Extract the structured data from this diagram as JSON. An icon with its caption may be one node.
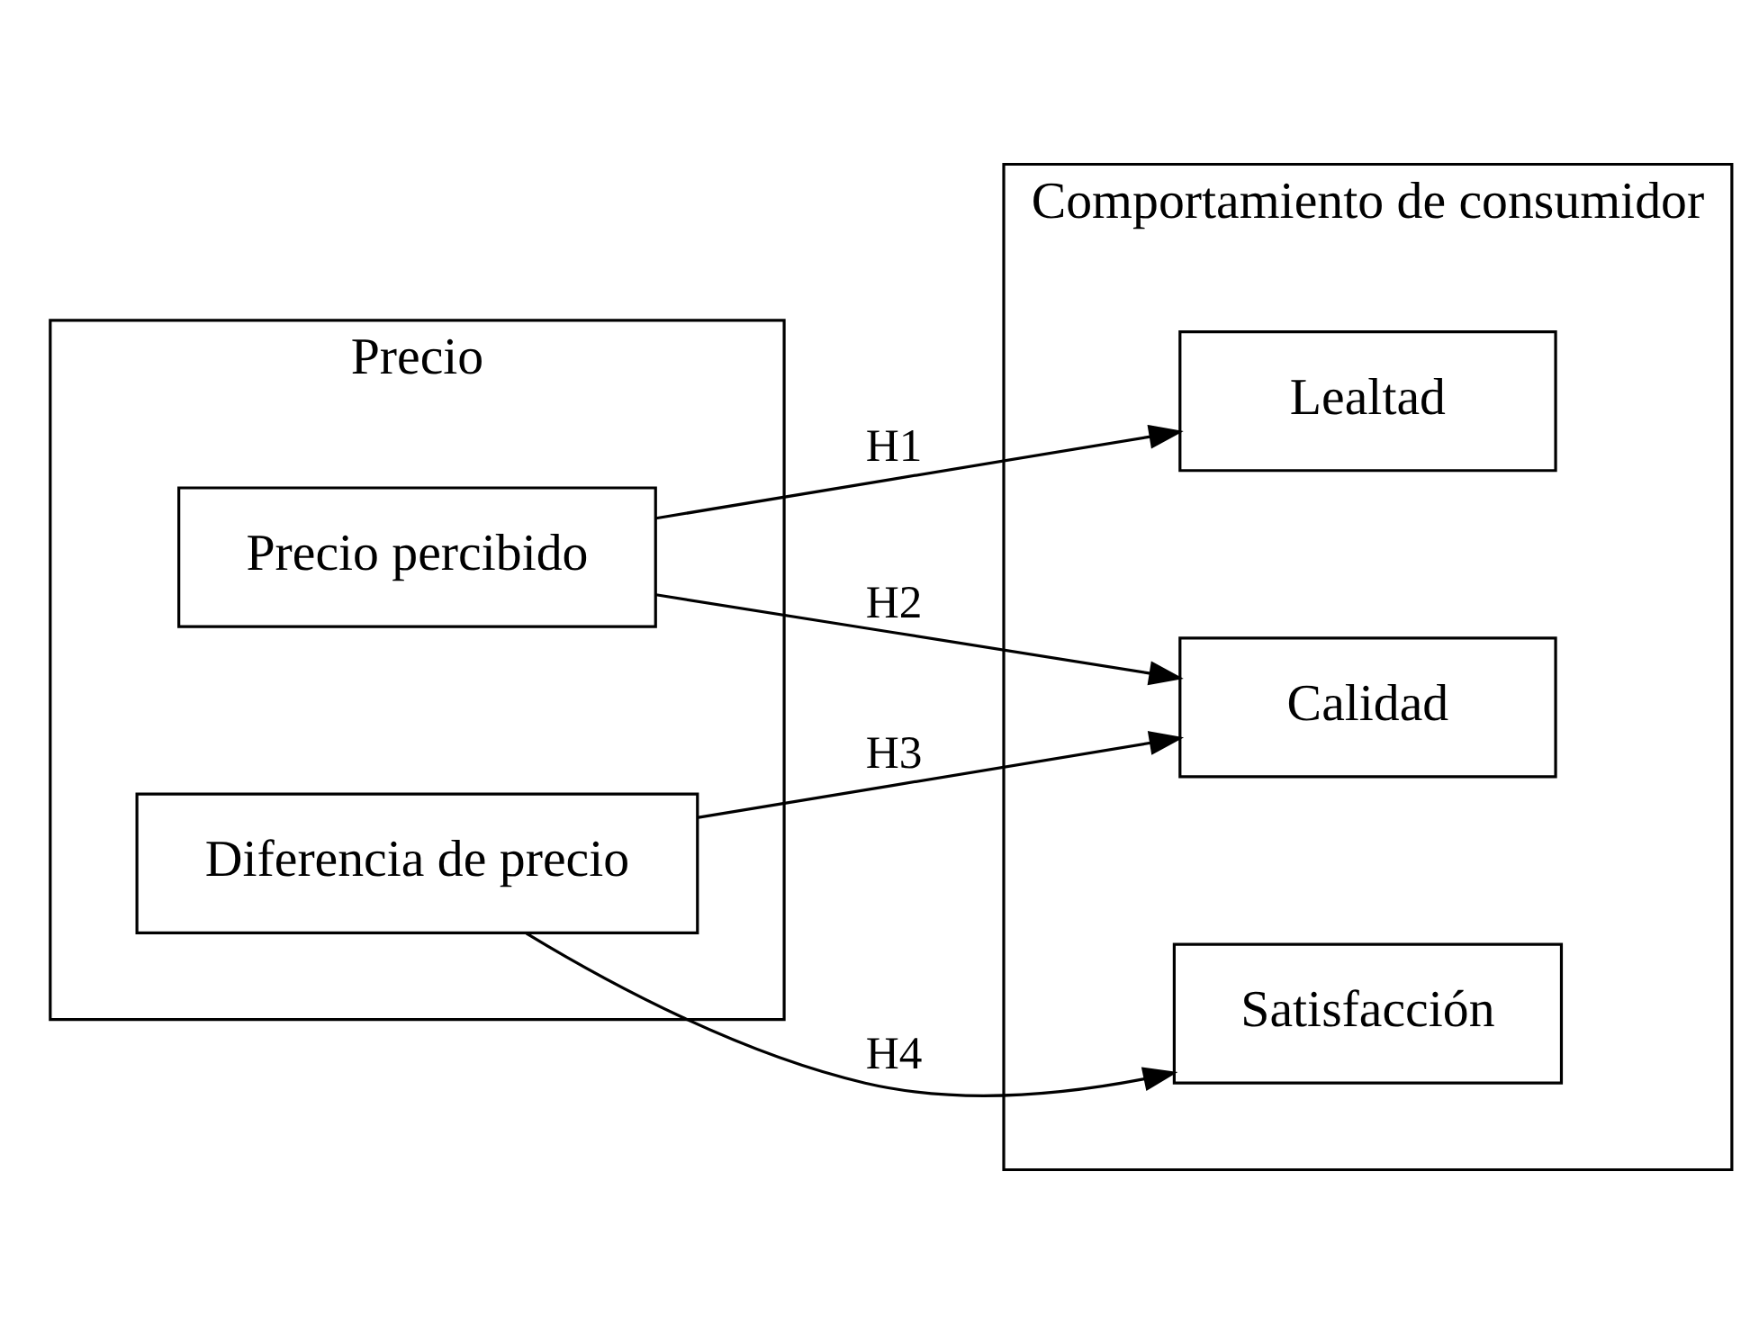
{
  "diagram": {
    "nodes": [
      {
        "text": [
          "Precio"
        ]
      },
      {
        "text": [
          "Comportamiento de consumidor"
        ]
      },
      {
        "text": [
          "Precio percibido"
        ],
        "in": 0
      },
      {
        "text": [
          "Diferencia de precio"
        ],
        "in": 0
      },
      {
        "text": [
          "Lealtad"
        ],
        "in": 1
      },
      {
        "text": [
          "Calidad"
        ],
        "in": 1
      },
      {
        "text": [
          "Satisfacción"
        ],
        "in": 1
      }
    ],
    "edges": [
      {
        "from": 2,
        "to": 4,
        "arrow": "to",
        "label": "H1"
      },
      {
        "from": 2,
        "to": 5,
        "arrow": "to",
        "label": "H2"
      },
      {
        "from": 3,
        "to": 5,
        "arrow": "to",
        "label": "H3"
      },
      {
        "from": 3,
        "to": 6,
        "arrow": "to",
        "label": "H4"
      }
    ]
  }
}
